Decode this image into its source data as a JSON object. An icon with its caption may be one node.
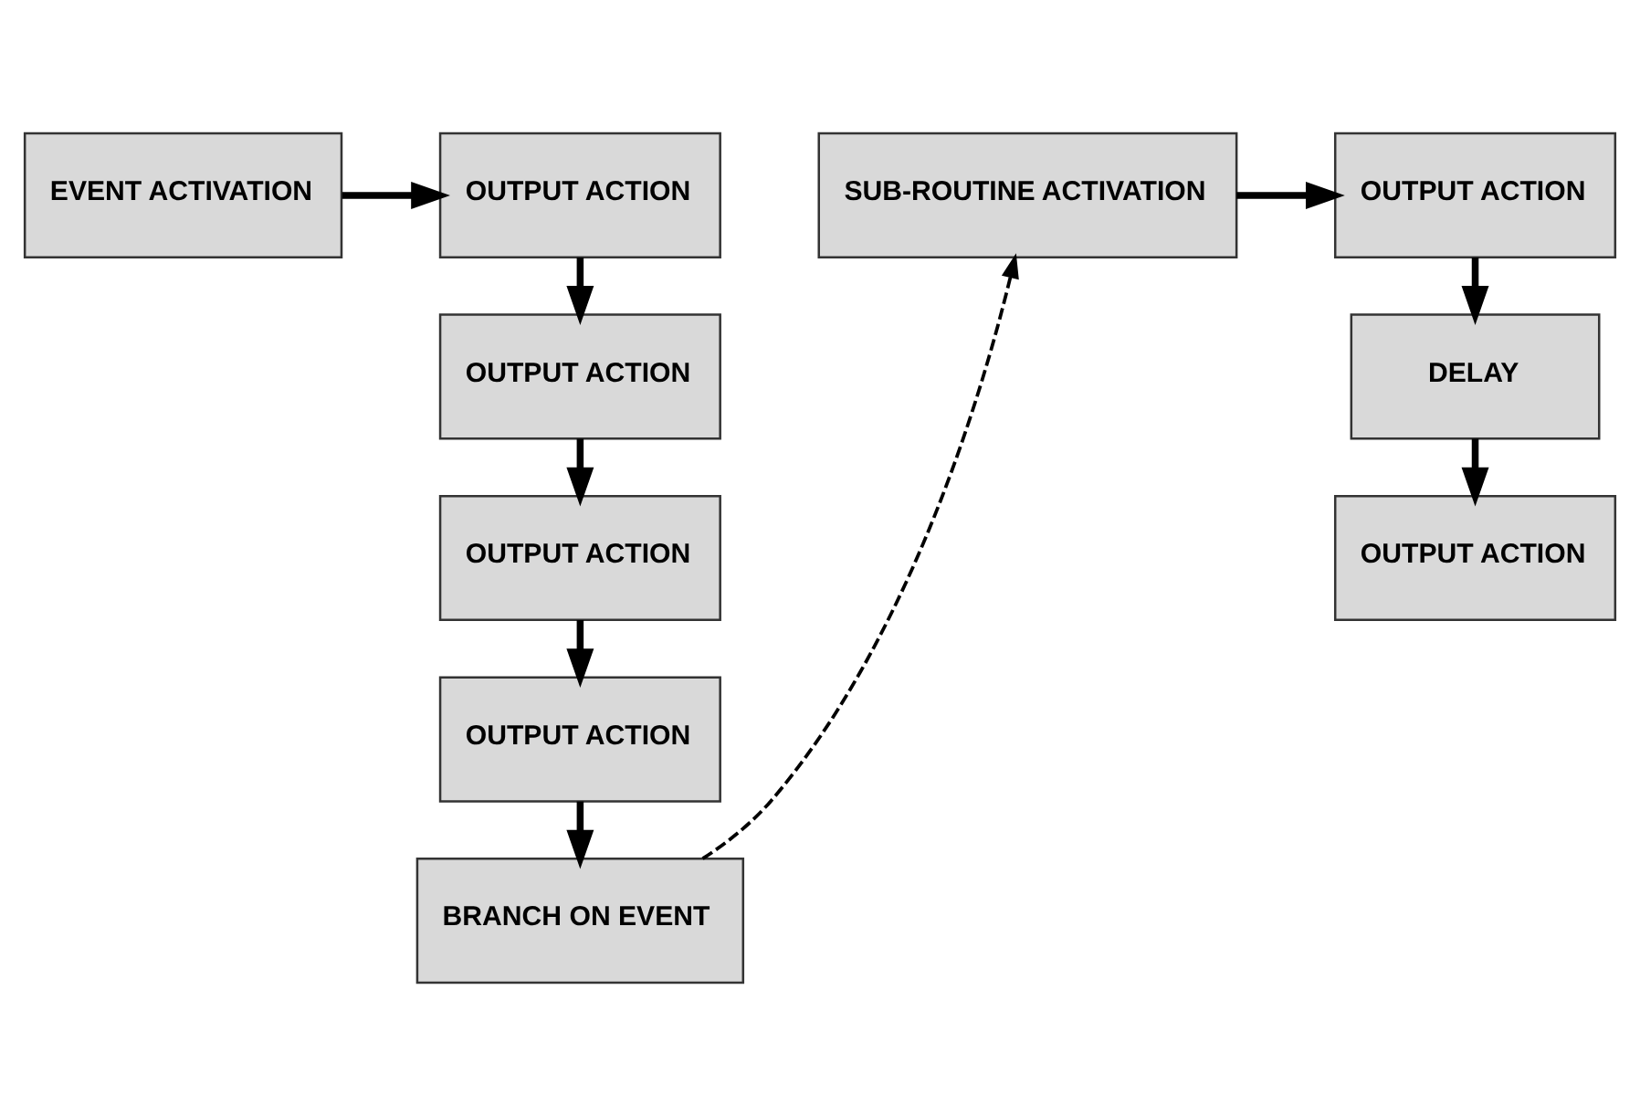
{
  "diagram": {
    "nodes": [
      {
        "text": [
          "EVENT ACTIVATION"
        ]
      },
      {
        "text": [
          "OUTPUT ACTION"
        ]
      },
      {
        "text": [
          "OUTPUT ACTION"
        ]
      },
      {
        "text": [
          "OUTPUT ACTION"
        ]
      },
      {
        "text": [
          "OUTPUT ACTION"
        ]
      },
      {
        "text": [
          "BRANCH ON EVENT"
        ]
      },
      {
        "text": [
          "SUB-ROUTINE ACTIVATION"
        ]
      },
      {
        "text": [
          "OUTPUT ACTION"
        ]
      },
      {
        "text": [
          "DELAY"
        ]
      },
      {
        "text": [
          "OUTPUT ACTION"
        ]
      }
    ],
    "edges": [
      {
        "from": 0,
        "to": 1,
        "arrow": "to"
      },
      {
        "from": 1,
        "to": 2,
        "arrow": "to"
      },
      {
        "from": 2,
        "to": 3,
        "arrow": "to"
      },
      {
        "from": 3,
        "to": 4,
        "arrow": "to"
      },
      {
        "from": 4,
        "to": 5,
        "arrow": "to"
      },
      {
        "from": 5,
        "to": 6,
        "arrow": "to",
        "style": "dashed"
      },
      {
        "from": 6,
        "to": 7,
        "arrow": "to"
      },
      {
        "from": 7,
        "to": 8,
        "arrow": "to"
      },
      {
        "from": 8,
        "to": 9,
        "arrow": "to"
      }
    ]
  }
}
